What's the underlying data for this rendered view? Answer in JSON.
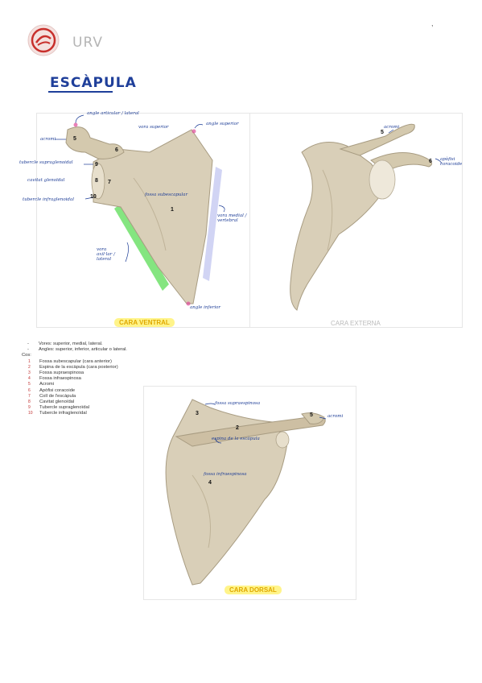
{
  "header": {
    "org": "URV",
    "corner_mark": ","
  },
  "title": "ESCÀPULA",
  "ventral": {
    "caption": "CARA VENTRAL",
    "labels": {
      "angle_articular": "angle articular / lateral",
      "angle_superior": "angle superior",
      "vora_superior": "vora superior",
      "acromi": "acromi",
      "tub_supra": "tubercle supraglenoidal",
      "cavitat": "cavitat glenoïdal",
      "tub_infra": "tubercle infraglenoidal",
      "fossa_sub": "fossa subescapular",
      "vora_medial": "vora medial / vertebral",
      "vora_axil": "vora axil·lar / lateral",
      "angle_inferior": "angle inferior"
    },
    "numbers": {
      "n5": "5",
      "n6": "6",
      "n8": "8",
      "n7": "7",
      "n9": "9",
      "n10": "10",
      "n1": "1"
    }
  },
  "externa": {
    "caption": "CARA EXTERNA",
    "labels": {
      "acromi": "acromi",
      "coracoide": "apòfisi coracoide"
    },
    "numbers": {
      "n5": "5",
      "n6": "6"
    }
  },
  "dorsal": {
    "caption": "CARA DORSAL",
    "labels": {
      "fossa_supra": "fossa supraespinosa",
      "acromi": "acromi",
      "espina": "espina de la escàpula",
      "fossa_infra": "fossa infraespinosa"
    },
    "numbers": {
      "n3": "3",
      "n5": "5",
      "n2": "2",
      "n4": "4"
    }
  },
  "notes": {
    "lines": [
      "Vores: superior, medial, lateral.",
      "Angles: superior, inferior, articular o lateral."
    ],
    "cos_label": "Cos:",
    "items": [
      {
        "n": "1",
        "text": "Fossa subescapular (cara anterior)"
      },
      {
        "n": "2",
        "text": "Espina de la escàpula (cara posterior)"
      },
      {
        "n": "3",
        "text": "Fossa supraespinosa"
      },
      {
        "n": "4",
        "text": "Fossa infraespinosa"
      },
      {
        "n": "5",
        "text": "Acromi"
      },
      {
        "n": "6",
        "text": "Apòfisi coracoide"
      },
      {
        "n": "7",
        "text": "Coll de l'escàpula"
      },
      {
        "n": "8",
        "text": "Cavitat glenoïdal"
      },
      {
        "n": "9",
        "text": "Tubercle supraglenoïdal"
      },
      {
        "n": "10",
        "text": "Tubercle infraglenoïdal"
      }
    ]
  },
  "colors": {
    "title": "#1f3f9a",
    "annotation": "#1c3c96",
    "bone": "#d9cfb8",
    "bone_shadow": "#a89c82",
    "highlight_green": "#6fe06a",
    "highlight_pink": "#f6c0d6",
    "highlight_lavender": "#c9cdf2",
    "caption_bg": "#fff48a"
  }
}
